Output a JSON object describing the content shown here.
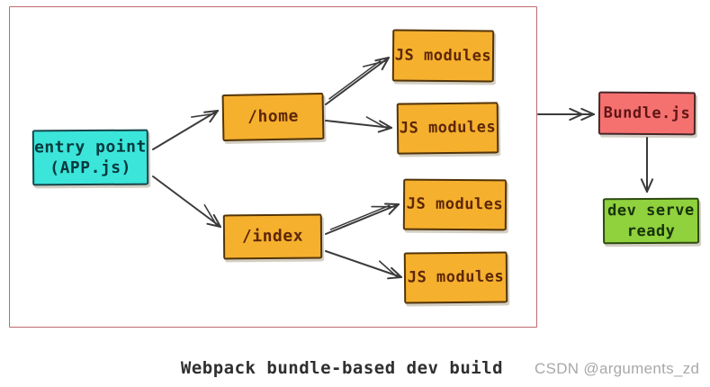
{
  "colors": {
    "frame": "#bd6a70",
    "arrow": "#3b3b3b",
    "background": "#ffffff",
    "caption_text": "#2f2f2f",
    "watermark_text": "#a8a8a8"
  },
  "caption": "Webpack bundle-based dev build",
  "watermark": "CSDN @arguments_zd",
  "nodes": [
    {
      "id": "entry-point",
      "label": "entry point\n(APP.js)",
      "fill": "#3be5da",
      "border": "#16454a",
      "text": "#063a3e"
    },
    {
      "id": "route-home",
      "label": "/home",
      "fill": "#f5b02e",
      "border": "#533408",
      "text": "#5d2708"
    },
    {
      "id": "route-index",
      "label": "/index",
      "fill": "#f5b02e",
      "border": "#533408",
      "text": "#5d2708"
    },
    {
      "id": "js-modules-1",
      "label": "JS modules",
      "fill": "#f5b02e",
      "border": "#533408",
      "text": "#5d2708"
    },
    {
      "id": "js-modules-2",
      "label": "JS modules",
      "fill": "#f5b02e",
      "border": "#533408",
      "text": "#5d2708"
    },
    {
      "id": "js-modules-3",
      "label": "JS modules",
      "fill": "#f5b02e",
      "border": "#533408",
      "text": "#5d2708"
    },
    {
      "id": "js-modules-4",
      "label": "JS modules",
      "fill": "#f5b02e",
      "border": "#533408",
      "text": "#5d2708"
    },
    {
      "id": "bundle-js",
      "label": "Bundle.js",
      "fill": "#f5716f",
      "border": "#47262a",
      "text": "#5e1616"
    },
    {
      "id": "dev-serve-ready",
      "label": "dev serve\nready",
      "fill": "#90d13e",
      "border": "#2d4a10",
      "text": "#17320a"
    }
  ]
}
